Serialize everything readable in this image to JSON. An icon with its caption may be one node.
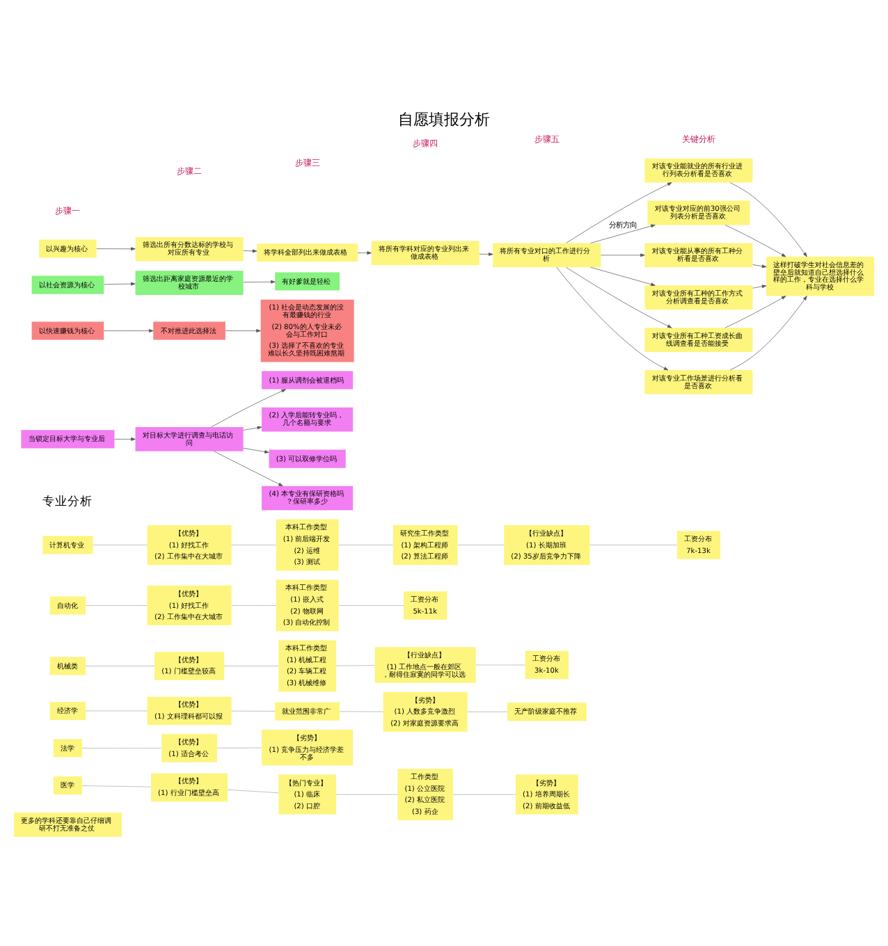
{
  "diagram": {
    "title": "自愿填报分析",
    "nodes": [
      {
        "text": [
          "以兴趣为核心"
        ]
      },
      {
        "text": [
          "筛选出所有分数达标的学校与对应所有专业"
        ]
      },
      {
        "text": [
          "将学科全部列出来做成表格"
        ]
      },
      {
        "text": [
          "将所有学科对应的专业列出来做成表格"
        ]
      },
      {
        "text": [
          "将所有专业对口的工作进行分析"
        ]
      },
      {
        "text": [
          "对该专业能就业的所有行业进行列表分析看是否喜欢"
        ]
      },
      {
        "text": [
          "对该专业对应的前30强公司列表分析是否喜欢"
        ]
      },
      {
        "text": [
          "对该专业能从事的所有工种分析看是否喜欢"
        ]
      },
      {
        "text": [
          "对该专业所有工种的工作方式分析调查看是否喜欢"
        ]
      },
      {
        "text": [
          "对该专业所有工种工资成长曲线调查看是否能接受"
        ]
      },
      {
        "text": [
          "对该专业工作场景进行分析看是否喜欢"
        ]
      },
      {
        "text": [
          "这样打破学生对社会信息差的壁垒后就知道自己想选择什么样的工作，专业在选择什么学科与学校"
        ]
      },
      {
        "text": [
          "以社会资源为核心"
        ]
      },
      {
        "text": [
          "筛选出距离家庭资源最近的学校城市"
        ]
      },
      {
        "text": [
          "有好爹就是轻松"
        ]
      },
      {
        "text": [
          "以快速赚钱为核心"
        ]
      },
      {
        "text": [
          "不对推进此选择法"
        ]
      },
      {
        "text": [
          "(1) 社会是动态发展的没有最赚钱的行业",
          "(2) 80%的人专业未必会与工作对口",
          "(3) 选择了不喜欢的专业难以长久坚持既困难熬期"
        ]
      },
      {
        "text": [
          "当锁定目标大学与专业后"
        ]
      },
      {
        "text": [
          "对目标大学进行调查与电话访问"
        ]
      },
      {
        "text": [
          "(1) 服从调剂会被退档吗"
        ]
      },
      {
        "text": [
          "(2) 入学后能转专业吗，几个名额与要求"
        ]
      },
      {
        "text": [
          "(3) 可以双修学位吗"
        ]
      },
      {
        "text": [
          "(4) 本专业有保研资格吗？保研率多少"
        ]
      },
      {
        "text": [
          "计算机专业"
        ]
      },
      {
        "text": [
          "【优势】",
          "(1) 好找工作",
          "(2) 工作集中在大城市"
        ]
      },
      {
        "text": [
          "本科工作类型",
          "(1) 前后端开发",
          "(2) 运维",
          "(3) 测试"
        ]
      },
      {
        "text": [
          "研究生工作类型",
          "(1) 架构工程师",
          "(2) 算法工程师"
        ]
      },
      {
        "text": [
          "【行业缺点】",
          "(1) 长期加班",
          "(2) 35岁后竞争力下降"
        ]
      },
      {
        "text": [
          "工资分布",
          "7k-13k"
        ]
      },
      {
        "text": [
          "自动化"
        ]
      },
      {
        "text": [
          "【优势】",
          "(1) 好找工作",
          "(2) 工作集中在大城市"
        ]
      },
      {
        "text": [
          "本科工作类型",
          "(1) 嵌入式",
          "(2) 物联网",
          "(3) 自动化控制"
        ]
      },
      {
        "text": [
          "工资分布",
          "5k-11k"
        ]
      },
      {
        "text": [
          "机械类"
        ]
      },
      {
        "text": [
          "【优势】",
          "(1) 门槛壁垒较高"
        ]
      },
      {
        "text": [
          "本科工作类型",
          "(1) 机械工程",
          "(2) 车辆工程",
          "(3) 机械维修"
        ]
      },
      {
        "text": [
          "【行业缺点】",
          "(1) 工作地点一般在郊区，耐得住寂寞的同学可以选"
        ]
      },
      {
        "text": [
          "工资分布",
          "3k-10k"
        ]
      },
      {
        "text": [
          "经济学"
        ]
      },
      {
        "text": [
          "【优势】",
          "(1) 文科理科都可以报"
        ]
      },
      {
        "text": [
          "就业范围非常广"
        ]
      },
      {
        "text": [
          "【劣势】",
          "(1) 人数多竞争激烈",
          "(2) 对家庭资源要求高"
        ]
      },
      {
        "text": [
          "无产阶级家庭不推荐"
        ]
      },
      {
        "text": [
          "法学"
        ]
      },
      {
        "text": [
          "【优势】",
          "(1) 适合考公"
        ]
      },
      {
        "text": [
          "【劣势】",
          "(1) 竞争压力与经济学差不多"
        ]
      },
      {
        "text": [
          "医学"
        ]
      },
      {
        "text": [
          "【优势】",
          "(1) 行业门槛壁垒高"
        ]
      },
      {
        "text": [
          "【热门专业】",
          "(1) 临床",
          "(2) 口腔"
        ]
      },
      {
        "text": [
          "工作类型",
          "(1) 公立医院",
          "(2) 私立医院",
          "(3) 药企"
        ]
      },
      {
        "text": [
          "【劣势】",
          "(1) 培养周期长",
          "(2) 前期收益低"
        ]
      },
      {
        "text": [
          "更多的学科还要靠自己仔细调研不打无准备之仗"
        ]
      }
    ],
    "edges": [
      {
        "from": 0,
        "to": 1,
        "arrow": "to"
      },
      {
        "from": 1,
        "to": 2,
        "arrow": "to"
      },
      {
        "from": 2,
        "to": 3,
        "arrow": "to"
      },
      {
        "from": 3,
        "to": 4,
        "arrow": "to"
      },
      {
        "from": 4,
        "to": 5,
        "arrow": "to"
      },
      {
        "from": 4,
        "to": 6,
        "arrow": "to",
        "label": "分析方向"
      },
      {
        "from": 4,
        "to": 7,
        "arrow": "to"
      },
      {
        "from": 4,
        "to": 8,
        "arrow": "to"
      },
      {
        "from": 4,
        "to": 9,
        "arrow": "to"
      },
      {
        "from": 4,
        "to": 10,
        "arrow": "to"
      },
      {
        "from": 5,
        "to": 11,
        "arrow": "to"
      },
      {
        "from": 6,
        "to": 11,
        "arrow": "to"
      },
      {
        "from": 7,
        "to": 11,
        "arrow": "to"
      },
      {
        "from": 8,
        "to": 11,
        "arrow": "to"
      },
      {
        "from": 9,
        "to": 11,
        "arrow": "to"
      },
      {
        "from": 10,
        "to": 11,
        "arrow": "to"
      },
      {
        "from": 12,
        "to": 13,
        "arrow": "to"
      },
      {
        "from": 13,
        "to": 14,
        "arrow": "to"
      },
      {
        "from": 15,
        "to": 16,
        "arrow": "to"
      },
      {
        "from": 16,
        "to": 17,
        "arrow": "to"
      },
      {
        "from": 18,
        "to": 19,
        "arrow": "to"
      },
      {
        "from": 19,
        "to": 20,
        "arrow": "to"
      },
      {
        "from": 19,
        "to": 21,
        "arrow": "to"
      },
      {
        "from": 19,
        "to": 22,
        "arrow": "to"
      },
      {
        "from": 19,
        "to": 23,
        "arrow": "to"
      },
      {
        "from": 24,
        "to": 25,
        "arrow": "none",
        "color": "#aaaaaa"
      },
      {
        "from": 25,
        "to": 26,
        "arrow": "none",
        "color": "#aaaaaa"
      },
      {
        "from": 26,
        "to": 27,
        "arrow": "none",
        "color": "#aaaaaa"
      },
      {
        "from": 27,
        "to": 28,
        "arrow": "none",
        "color": "#aaaaaa"
      },
      {
        "from": 28,
        "to": 29,
        "arrow": "none",
        "color": "#aaaaaa"
      },
      {
        "from": 30,
        "to": 31,
        "arrow": "none",
        "color": "#aaaaaa"
      },
      {
        "from": 31,
        "to": 32,
        "arrow": "none",
        "color": "#aaaaaa"
      },
      {
        "from": 32,
        "to": 33,
        "arrow": "none",
        "color": "#aaaaaa"
      },
      {
        "from": 34,
        "to": 35,
        "arrow": "none",
        "color": "#aaaaaa"
      },
      {
        "from": 35,
        "to": 36,
        "arrow": "none",
        "color": "#aaaaaa"
      },
      {
        "from": 36,
        "to": 37,
        "arrow": "none",
        "color": "#aaaaaa"
      },
      {
        "from": 37,
        "to": 38,
        "arrow": "none",
        "color": "#aaaaaa"
      },
      {
        "from": 39,
        "to": 40,
        "arrow": "none",
        "color": "#aaaaaa"
      },
      {
        "from": 40,
        "to": 41,
        "arrow": "none",
        "color": "#aaaaaa"
      },
      {
        "from": 41,
        "to": 42,
        "arrow": "none",
        "color": "#aaaaaa"
      },
      {
        "from": 42,
        "to": 43,
        "arrow": "none",
        "color": "#aaaaaa"
      },
      {
        "from": 44,
        "to": 45,
        "arrow": "none",
        "color": "#aaaaaa"
      },
      {
        "from": 45,
        "to": 46,
        "arrow": "none",
        "color": "#aaaaaa"
      },
      {
        "from": 47,
        "to": 48,
        "arrow": "none",
        "color": "#aaaaaa"
      },
      {
        "from": 48,
        "to": 49,
        "arrow": "none",
        "color": "#aaaaaa"
      },
      {
        "from": 49,
        "to": 50,
        "arrow": "none",
        "color": "#aaaaaa"
      },
      {
        "from": 50,
        "to": 51,
        "arrow": "none",
        "color": "#aaaaaa"
      }
    ],
    "labels": [
      "步骤一",
      "步骤二",
      "步骤三",
      "步骤四",
      "步骤五",
      "关键分析",
      "专业分析"
    ]
  }
}
